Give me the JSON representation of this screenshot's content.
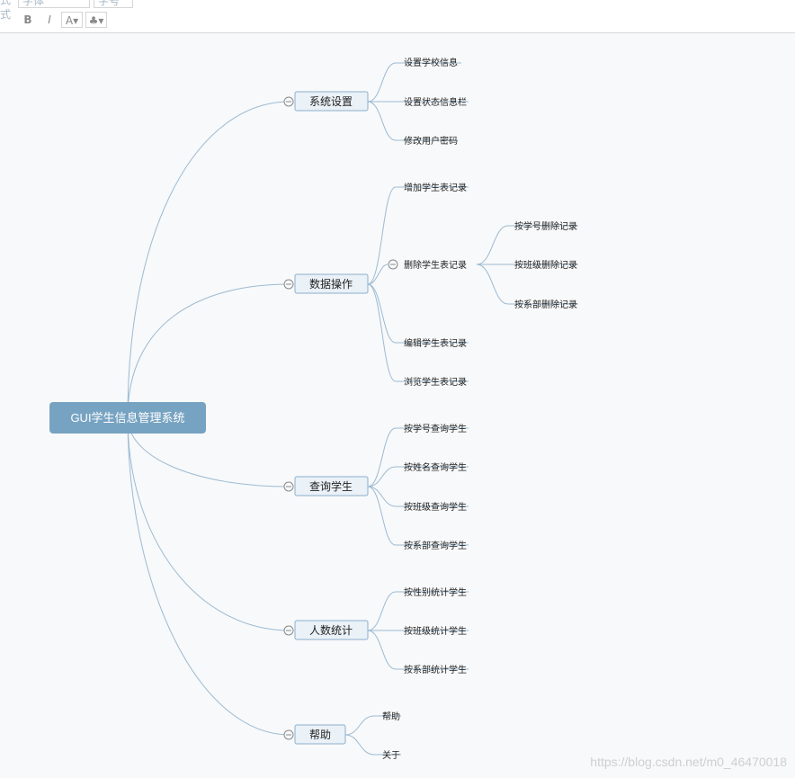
{
  "toolbar": {
    "style_label": "式 式",
    "font_select": "字体",
    "size_select": "字号",
    "bold_label": "B",
    "italic_label": "I",
    "font_color_label": "A▾",
    "highlight_label": "▾"
  },
  "mindmap": {
    "root": "GUI学生信息管理系统",
    "branches": [
      {
        "label": "系统设置",
        "children": [
          "设置学校信息",
          "设置状态信息栏",
          "修改用户密码"
        ]
      },
      {
        "label": "数据操作",
        "children": [
          "增加学生表记录",
          "删除学生表记录",
          "编辑学生表记录",
          "浏览学生表记录"
        ]
      },
      {
        "label": "查询学生",
        "children": [
          "按学号查询学生",
          "按姓名查询学生",
          "按班级查询学生",
          "按系部查询学生"
        ]
      },
      {
        "label": "人数统计",
        "children": [
          "按性别统计学生",
          "按班级统计学生",
          "按系部统计学生"
        ]
      },
      {
        "label": "帮助",
        "children": [
          "帮助",
          "关于"
        ]
      }
    ],
    "delete_subchildren": [
      "按学号删除记录",
      "按班级删除记录",
      "按系部删除记录"
    ]
  },
  "watermark": "https://blog.csdn.net/m0_46470018",
  "colors": {
    "root_fill": "#77a3c2",
    "branch_fill": "#eaf1f7",
    "branch_stroke": "#8cb0cc",
    "connector": "#9cbad2",
    "background": "#f8f9fa"
  }
}
